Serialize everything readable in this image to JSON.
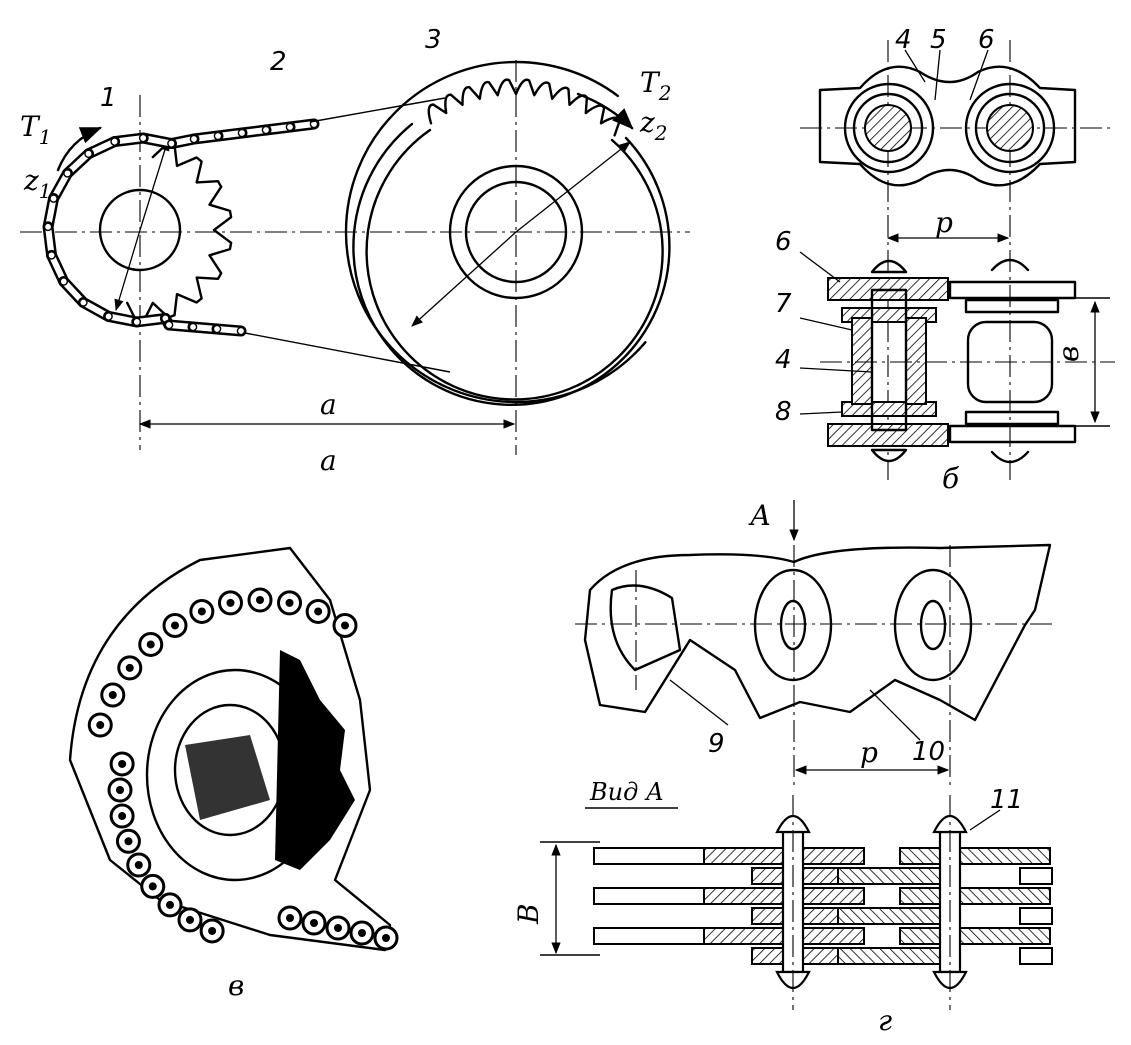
{
  "labels": {
    "n1": "1",
    "n2": "2",
    "n3": "3",
    "n4": "4",
    "n5": "5",
    "n6": "6",
    "n7": "7",
    "n8": "8",
    "n9": "9",
    "n10": "10",
    "n11": "11",
    "t1": "T",
    "t1_sub": "1",
    "t2": "T",
    "t2_sub": "2",
    "z1": "z",
    "z1_sub": "1",
    "z2": "z",
    "z2_sub": "2",
    "dim_a": "a",
    "dim_p": "p",
    "dim_b": "в",
    "dim_B": "В",
    "view_a": "Вид А",
    "arrow_A": "А"
  },
  "captions": {
    "a": "а",
    "b": "б",
    "v": "в",
    "g": "г"
  }
}
